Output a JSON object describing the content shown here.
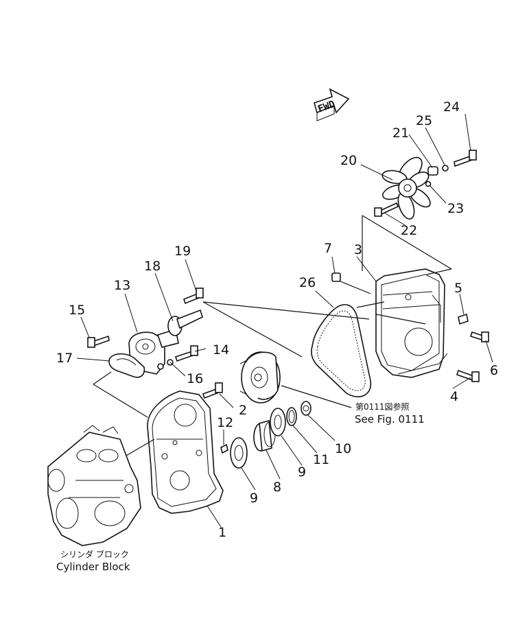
{
  "fwd_label": "FWD",
  "callouts": {
    "c1": "1",
    "c2": "2",
    "c3": "3",
    "c4": "4",
    "c5": "5",
    "c6": "6",
    "c7": "7",
    "c8": "8",
    "c9a": "9",
    "c9b": "9",
    "c10": "10",
    "c11": "11",
    "c12": "12",
    "c13": "13",
    "c14": "14",
    "c15": "15",
    "c16": "16",
    "c17": "17",
    "c18": "18",
    "c19": "19",
    "c20": "20",
    "c21": "21",
    "c22": "22",
    "c23": "23",
    "c24": "24",
    "c25": "25",
    "c26": "26"
  },
  "reference": {
    "jp": "第0111図参照",
    "en": "See Fig. 0111"
  },
  "cylinder_block": {
    "jp": "シリンダ ブロック",
    "en": "Cylinder Block"
  }
}
